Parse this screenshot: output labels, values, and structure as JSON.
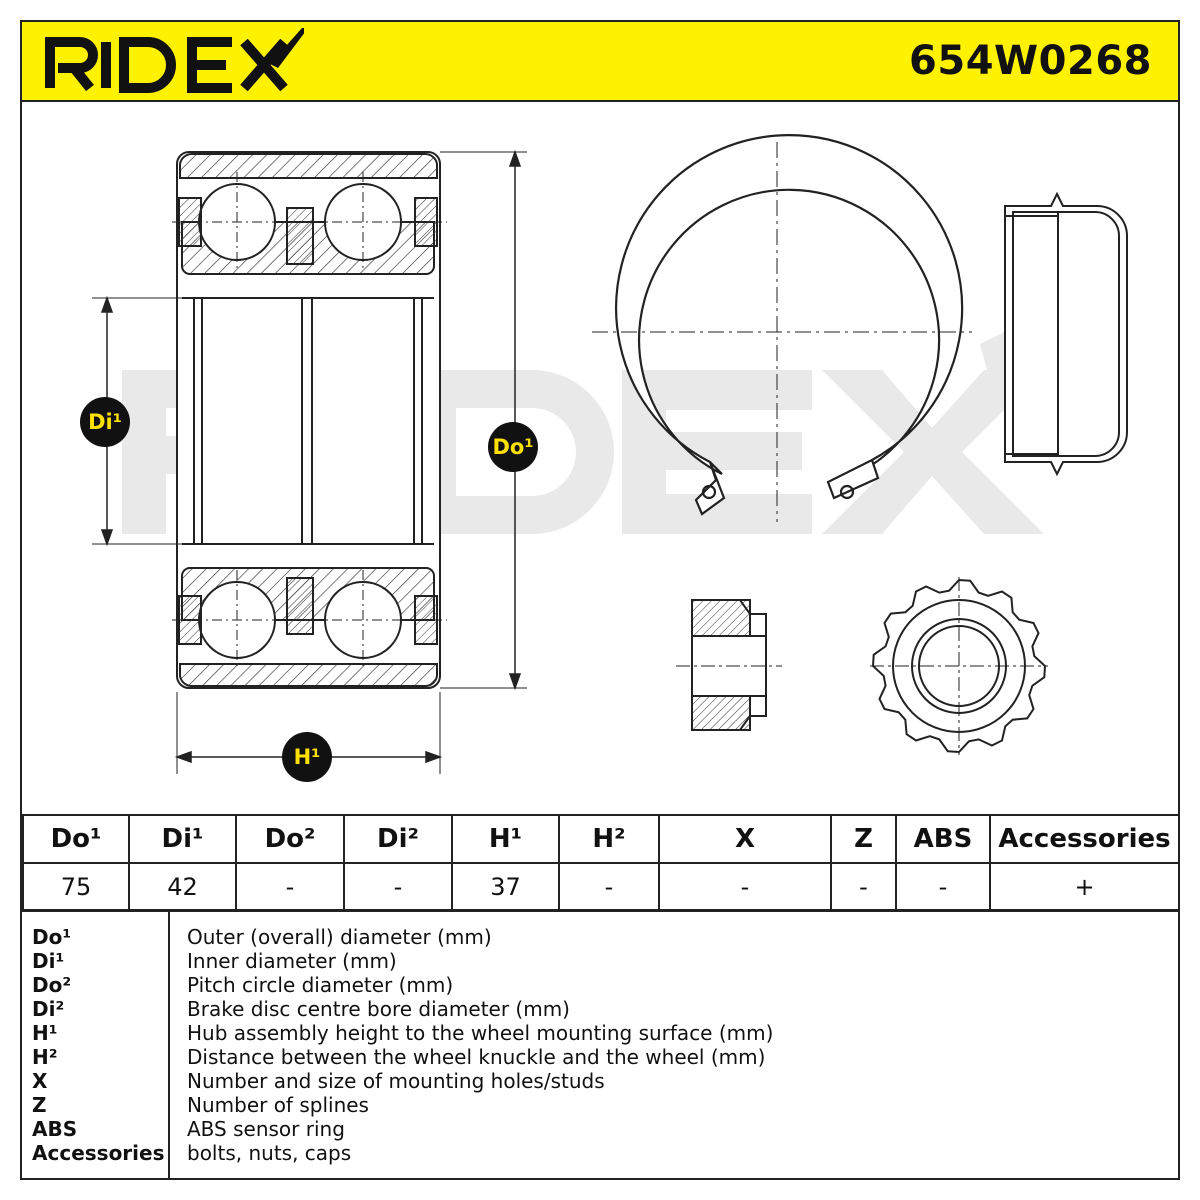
{
  "brand": "RIDEX",
  "part_number": "654W0268",
  "watermark": "RIDEX",
  "dimension_badges": {
    "di1": "Di¹",
    "do1": "Do¹",
    "h1": "H¹"
  },
  "table": {
    "headers": [
      "Do¹",
      "Di¹",
      "Do²",
      "Di²",
      "H¹",
      "H²",
      "X",
      "Z",
      "ABS",
      "Accessories"
    ],
    "values": [
      "75",
      "42",
      "-",
      "-",
      "37",
      "-",
      "-",
      "-",
      "-",
      "+"
    ]
  },
  "legend": [
    {
      "key": "Do¹",
      "desc": "Outer (overall) diameter (mm)"
    },
    {
      "key": "Di¹",
      "desc": "Inner diameter (mm)"
    },
    {
      "key": "Do²",
      "desc": "Pitch circle diameter (mm)"
    },
    {
      "key": "Di²",
      "desc": "Brake disc centre bore diameter (mm)"
    },
    {
      "key": "H¹",
      "desc": "Hub assembly height to the wheel mounting surface (mm)"
    },
    {
      "key": "H²",
      "desc": "Distance between the wheel knuckle and the wheel (mm)"
    },
    {
      "key": "X",
      "desc": "Number and size of mounting holes/studs"
    },
    {
      "key": "Z",
      "desc": "Number of splines"
    },
    {
      "key": "ABS",
      "desc": "ABS sensor ring"
    },
    {
      "key": "Accessories",
      "desc": "bolts, nuts, caps"
    }
  ],
  "colors": {
    "header_bg": "#fff200",
    "badge_bg": "#111111",
    "badge_text": "#ffe100",
    "line": "#222222",
    "watermark": "#e8e8e8"
  }
}
